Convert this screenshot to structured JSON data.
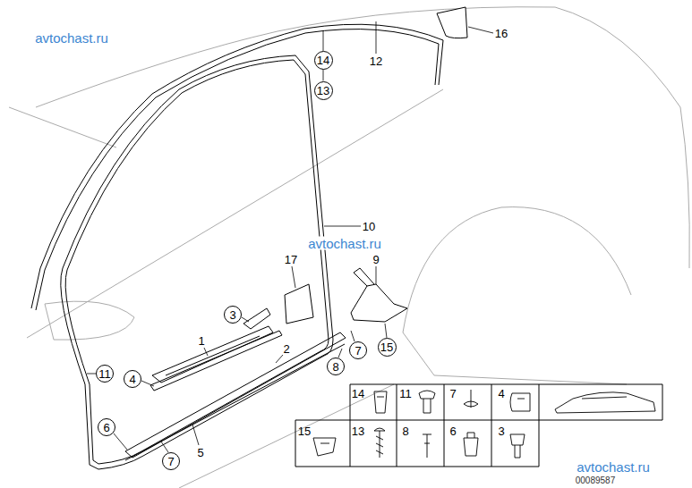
{
  "diagram": {
    "nodes": [
      {
        "text": [
          "14"
        ]
      },
      {
        "text": [
          "13"
        ]
      },
      {
        "text": [
          "3"
        ]
      },
      {
        "text": [
          "7"
        ]
      },
      {
        "text": [
          "15"
        ]
      },
      {
        "text": [
          "8"
        ]
      },
      {
        "text": [
          "11"
        ]
      },
      {
        "text": [
          "4"
        ]
      },
      {
        "text": [
          "6"
        ]
      },
      {
        "text": [
          "7"
        ]
      }
    ],
    "edges": [
      {
        "from": 0,
        "to": 1,
        "arrow": "none"
      }
    ],
    "labels": [
      "avtochast.ru",
      "avtochast.ru",
      "avtochast.ru",
      "12",
      "16",
      "10",
      "17",
      "9",
      "1",
      "2",
      "5",
      "14",
      "11",
      "7",
      "4",
      "15",
      "13",
      "8",
      "6",
      "3",
      "00089587"
    ]
  }
}
